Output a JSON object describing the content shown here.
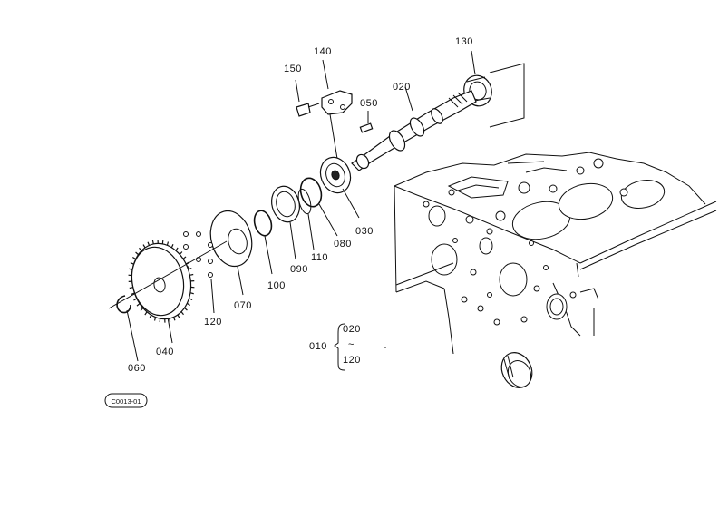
{
  "labels": {
    "p010": "010",
    "p020": "020",
    "p030": "030",
    "p040": "040",
    "p050": "050",
    "p060": "060",
    "p070": "070",
    "p080": "080",
    "p090": "090",
    "p100": "100",
    "p110": "110",
    "p120": "120",
    "p130": "130",
    "p140": "140",
    "p150": "150",
    "range_from": "020",
    "range_tilde": "~",
    "range_to": "120"
  },
  "drawing_code": "C0013-01"
}
